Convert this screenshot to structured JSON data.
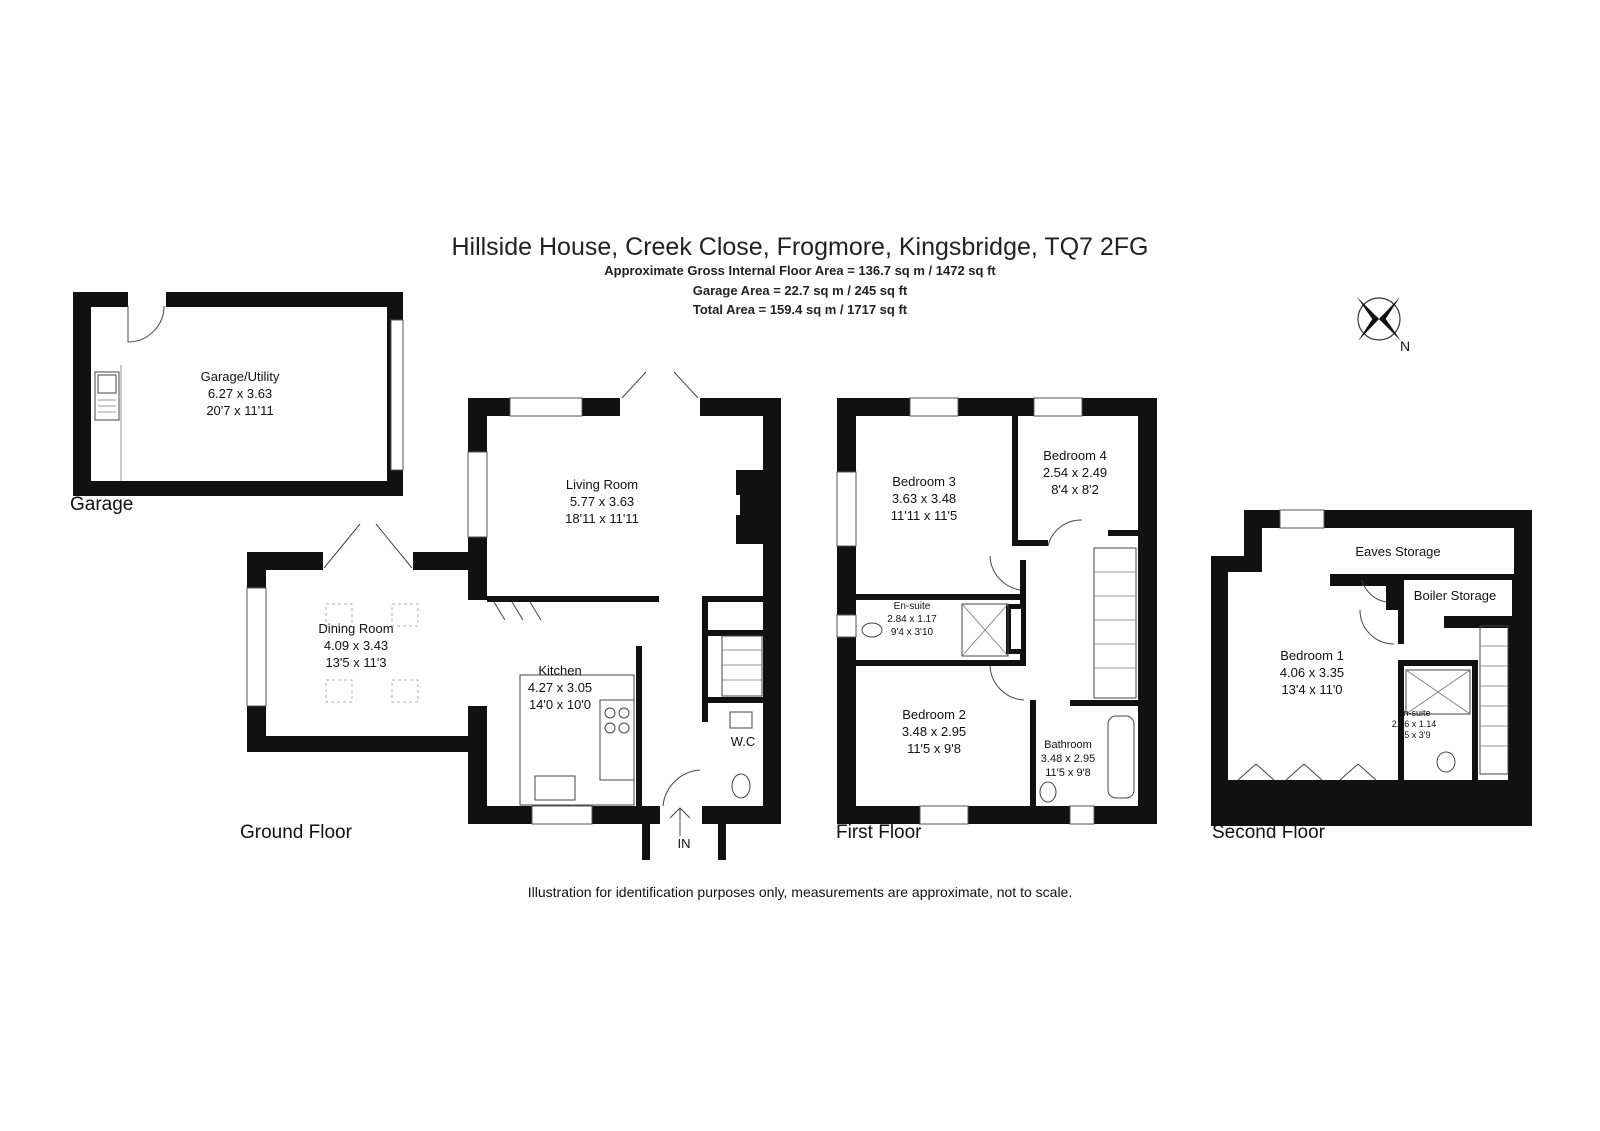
{
  "header": {
    "title": "Hillside House, Creek Close, Frogmore, Kingsbridge, TQ7 2FG",
    "gross_area": "Approximate Gross Internal Floor Area  = 136.7 sq m / 1472 sq ft",
    "garage_area": "Garage Area = 22.7 sq m / 245 sq ft",
    "total_area": "Total Area = 159.4 sq m / 1717 sq ft"
  },
  "compass": {
    "label": "N"
  },
  "floors": {
    "garage": "Garage",
    "ground": "Ground Floor",
    "first": "First Floor",
    "second": "Second Floor"
  },
  "rooms": {
    "garage_utility": {
      "name": "Garage/Utility",
      "metric": "6.27 x 3.63",
      "imperial": "20'7 x 11'11"
    },
    "living_room": {
      "name": "Living Room",
      "metric": "5.77 x 3.63",
      "imperial": "18'11 x 11'11"
    },
    "dining_room": {
      "name": "Dining Room",
      "metric": "4.09 x 3.43",
      "imperial": "13'5 x 11'3"
    },
    "kitchen": {
      "name": "Kitchen",
      "metric": "4.27 x 3.05",
      "imperial": "14'0 x 10'0"
    },
    "wc": {
      "name": "W.C"
    },
    "entrance": {
      "name": "IN"
    },
    "bedroom_3": {
      "name": "Bedroom 3",
      "metric": "3.63 x 3.48",
      "imperial": "11'11 x 11'5"
    },
    "bedroom_4": {
      "name": "Bedroom 4",
      "metric": "2.54 x 2.49",
      "imperial": "8'4 x 8'2"
    },
    "ensuite_first": {
      "name": "En-suite",
      "metric": "2.84 x 1.17",
      "imperial": "9'4 x 3'10"
    },
    "bedroom_2": {
      "name": "Bedroom 2",
      "metric": "3.48 x 2.95",
      "imperial": "11'5 x 9'8"
    },
    "bathroom": {
      "name": "Bathroom",
      "metric": "3.48 x 2.95",
      "imperial": "11'5 x 9'8"
    },
    "eaves_storage": {
      "name": "Eaves Storage"
    },
    "boiler_storage": {
      "name": "Boiler Storage"
    },
    "bedroom_1": {
      "name": "Bedroom 1",
      "metric": "4.06 x 3.35",
      "imperial": "13'4 x 11'0"
    },
    "ensuite_second": {
      "name": "En-suite",
      "metric": "2.26 x 1.14",
      "imperial": "7'5 x 3'9"
    }
  },
  "footer": {
    "disclaimer": "Illustration for identification purposes only, measurements are approximate, not to scale."
  }
}
